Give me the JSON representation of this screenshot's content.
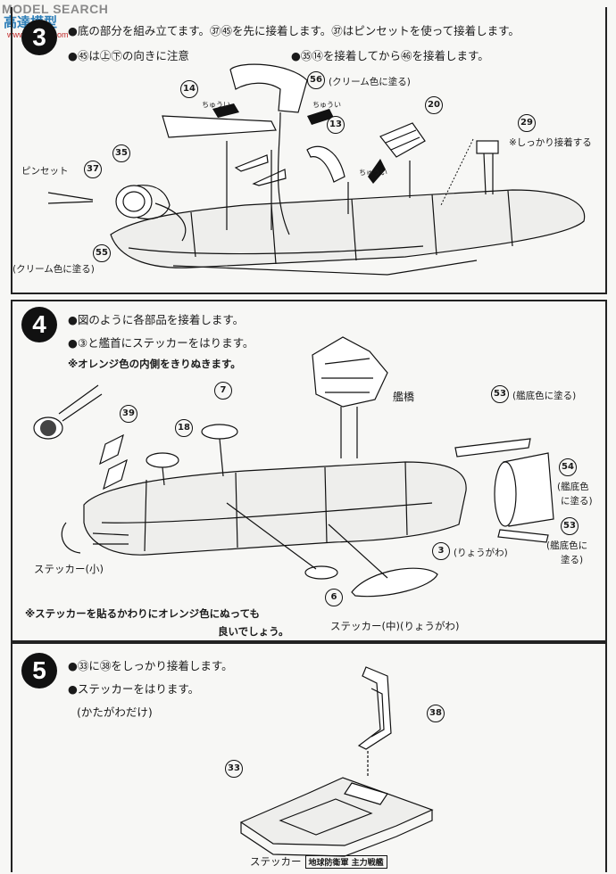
{
  "watermark": {
    "site": "MODEL SEARCH",
    "logo": "高達模型",
    "url": "www.g-shop.com"
  },
  "step3": {
    "number": "3",
    "lines": [
      "●底の部分を組み立てます。㊲㊺を先に接着します。㊲はピンセットを使って接着します。",
      "●㊺は㊤㊦の向きに注意",
      "●㉟⑭を接着してから㊻を接着します。"
    ],
    "labels": {
      "p14": "14",
      "p56": "56",
      "p56_note": "(クリーム色に塗る)",
      "p13": "13",
      "p20": "20",
      "p29": "29",
      "p29_note": "※しっかり接着する",
      "p35": "35",
      "p37": "37",
      "tweezers": "ピンセット",
      "p55": "55",
      "p55_note": "(クリーム色に塗る)",
      "arrow1": "ちゅうい",
      "arrow2": "ちゅうい",
      "arrow3": "ちゅうい"
    }
  },
  "step4": {
    "number": "4",
    "lines": [
      "●図のように各部品を接着します。",
      "●③と艦首にステッカーをはります。",
      "※オレンジ色の内側をきりぬきます。"
    ],
    "labels": {
      "bridge": "艦橋",
      "p7": "7",
      "p18": "18",
      "p39": "39",
      "p53": "53",
      "p53_note": "(艦底色に塗る)",
      "p54": "54",
      "p54_note1": "(艦底色",
      "p54_note2": "に塗る)",
      "p53b": "53",
      "p53b_note1": "(艦底色に",
      "p53b_note2": "塗る)",
      "sticker_small": "ステッカー(小)",
      "p3": "3",
      "p3_note": "(りょうがわ)",
      "p6": "6",
      "sticker_mid": "ステッカー(中)(りょうがわ)"
    },
    "footnote": [
      "※ステッカーを貼るかわりにオレンジ色にぬっても",
      "良いでしょう。"
    ]
  },
  "step5": {
    "number": "5",
    "lines": [
      "●㉝に㊳をしっかり接着します。",
      "●ステッカーをはります。",
      "(かたがわだけ)"
    ],
    "labels": {
      "p38": "38",
      "p33": "33",
      "sticker": "ステッカー",
      "sticker_text": "地球防衛軍 主力戦艦"
    }
  }
}
